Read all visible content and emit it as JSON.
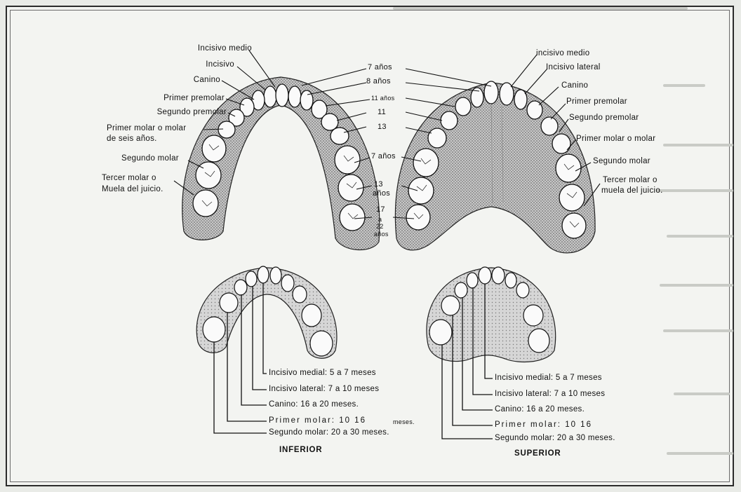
{
  "permanent_lower": {
    "labels": [
      "Incisivo medio",
      "Incisivo",
      "Canino",
      "Primer premolar",
      "Segundo premolar",
      "Primer molar o molar",
      "de seis años.",
      "Segundo molar",
      "Tercer molar o",
      "Muela del juicio."
    ]
  },
  "permanent_ages": [
    "7 años",
    "8 años",
    "11 años",
    "11",
    "13",
    "7 años",
    "13",
    "años",
    "17",
    "a",
    "22",
    "años"
  ],
  "permanent_upper": {
    "labels": [
      "incisivo medio",
      "Incisivo lateral",
      "Canino",
      "Primer premolar",
      "Segundo premolar",
      "Primer molar o molar",
      "Segundo molar",
      "Tercer molar o",
      "muela del juicio."
    ]
  },
  "deciduous_inferior": {
    "title": "INFERIOR",
    "labels": [
      "Incisivo medial: 5 a 7 meses",
      "Incisivo lateral: 7 a 10 meses",
      "Canino: 16 a 20 meses.",
      "Primer molar: 10 16",
      "meses.",
      "Segundo molar: 20 a 30 meses."
    ]
  },
  "deciduous_superior": {
    "title": "SUPERIOR",
    "labels": [
      "Incisivo medial: 5 a 7 meses",
      "Incisivo lateral: 7 a 10 meses",
      "Canino: 16 a 20 meses.",
      "Primer molar: 10 16",
      "Segundo molar: 20 a 30 meses."
    ]
  }
}
